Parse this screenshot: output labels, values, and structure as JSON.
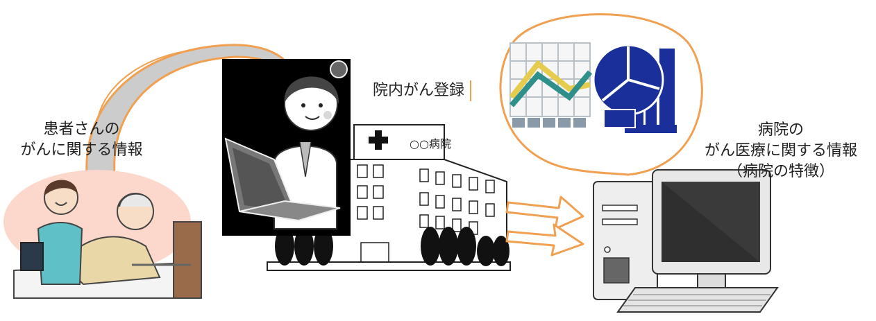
{
  "labels": {
    "patient": {
      "line1": "患者さんの",
      "line2": "がんに関する情報"
    },
    "registry": "院内がん登録",
    "hospital_sign": "○○病院",
    "hospital_info": {
      "line1": "病院の",
      "line2": "がん医療に関する情報",
      "line3": "（病院の特徴）"
    }
  },
  "colors": {
    "accent": "#f0a050",
    "chart_gold": "#e6cc4e",
    "chart_teal": "#2f8f8a",
    "chart_navy": "#1a2f9a"
  },
  "icons": [
    "patient-nurse-illustration",
    "doctor-laptop-illustration",
    "hospital-building-illustration",
    "line-chart-icon",
    "pie-chart-icon",
    "desktop-computer-illustration"
  ]
}
